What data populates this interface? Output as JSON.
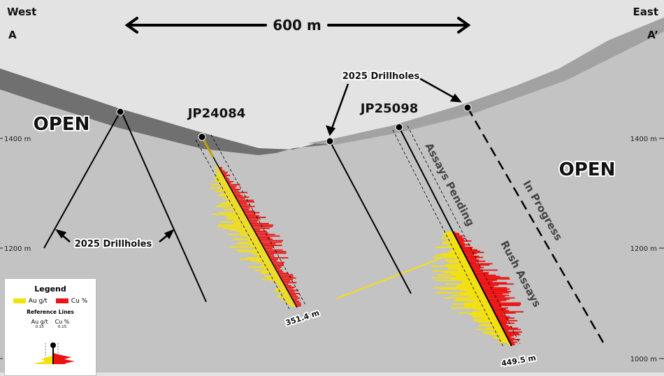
{
  "title": {
    "west": "West",
    "east": "East",
    "a": "A",
    "a_prime": "A’"
  },
  "scale_bar": {
    "label": "600 m"
  },
  "elevations": {
    "e1400": "1400 m",
    "e1200": "1200 m",
    "e1000": "1000 m"
  },
  "annotations": {
    "open_left": "OPEN",
    "open_right": "OPEN",
    "drillholes_left": "2025 Drillholes",
    "drillholes_top": "2025 Drillholes",
    "assays_pending": "Assays Pending",
    "in_progress": "In Progress",
    "rush_assays": "Rush Assays"
  },
  "holes": [
    {
      "id": "JP24084",
      "depth": "351.4 m"
    },
    {
      "id": "JP25098",
      "depth": "449.5 m"
    }
  ],
  "legend": {
    "title": "Legend",
    "au_label": "Au g/t",
    "cu_label": "Cu %",
    "au_color": "#f5e10a",
    "cu_color": "#ee1111",
    "reference_title": "Reference Lines",
    "ref_au": "Au g/t",
    "ref_au_value": "0.15",
    "ref_cu": "Cu %",
    "ref_cu_value": "0.15"
  }
}
